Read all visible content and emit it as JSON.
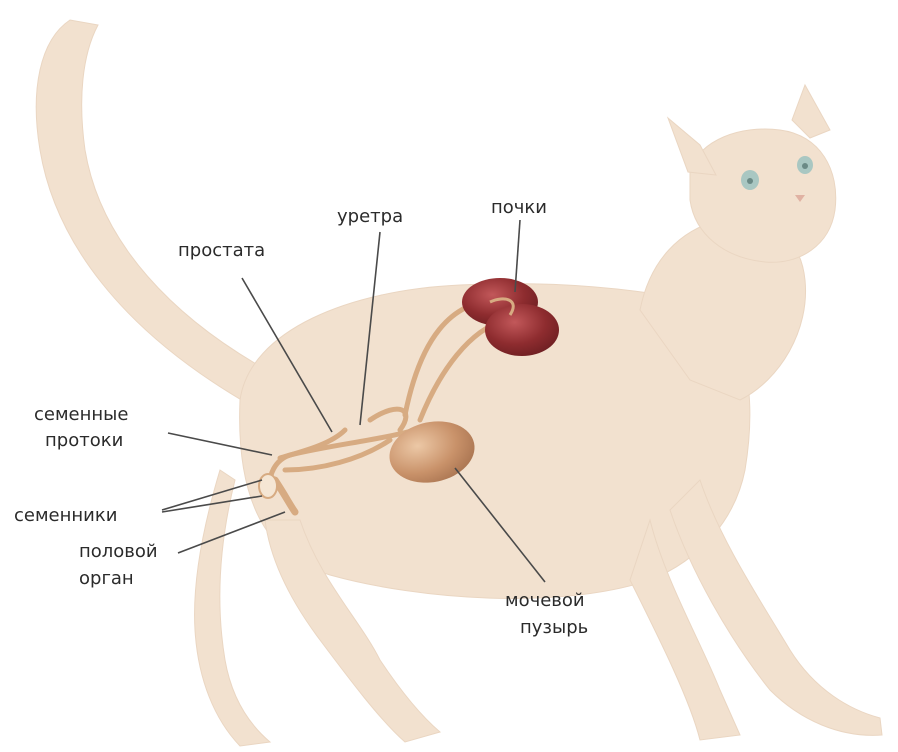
{
  "labels": {
    "prostate": "простата",
    "urethra": "уретра",
    "kidneys": "почки",
    "seminal_ducts_line1": "семенные",
    "seminal_ducts_line2": "протоки",
    "testes": "семенники",
    "genital_line1": "половой",
    "genital_line2": "орган",
    "bladder_line1": "мочевой",
    "bladder_line2": "пузырь"
  },
  "colors": {
    "cat_fur": "#f2e1cf",
    "cat_fur_dark": "#e9d2bb",
    "kidney": "#8e2c2f",
    "kidney_light": "#b04a4c",
    "bladder": "#c9926a",
    "ducts": "#d7ab82",
    "leader_line": "#4a4a4a",
    "eye": "#a9c7c2"
  }
}
